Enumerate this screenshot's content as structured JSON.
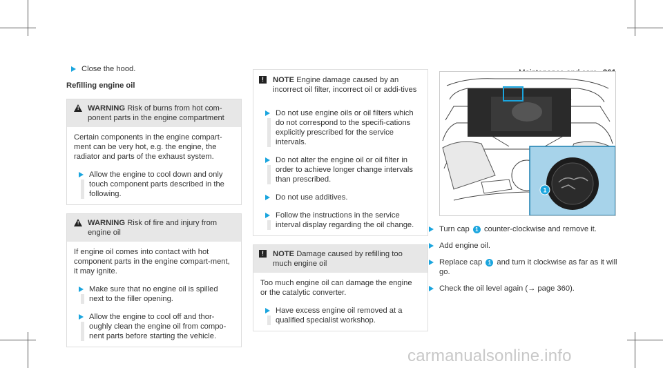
{
  "header": {
    "section_title": "Maintenance and care",
    "page_number": "361"
  },
  "col1": {
    "intro_step": "Close the hood.",
    "subheading": "Refilling engine oil",
    "warning1": {
      "label": "WARNING",
      "title": "Risk of burns from hot com-ponent parts in the engine compartment",
      "body": "Certain components in the engine compart-ment can be very hot, e.g. the engine, the radiator and parts of the exhaust system.",
      "steps": [
        "Allow the engine to cool down and only touch component parts described in the following."
      ]
    },
    "warning2": {
      "label": "WARNING",
      "title": "Risk of fire and injury from engine oil",
      "body": "If engine oil comes into contact with hot component parts in the engine compart-ment, it may ignite.",
      "steps": [
        "Make sure that no engine oil is spilled next to the filler opening.",
        "Allow the engine to cool off and thor-oughly clean the engine oil from compo-nent parts before starting the vehicle."
      ]
    }
  },
  "col2": {
    "note1": {
      "label": "NOTE",
      "title": "Engine damage caused by an incorrect oil filter, incorrect oil or addi-tives",
      "steps": [
        "Do not use engine oils or oil filters which do not correspond to the specifi-cations explicitly prescribed for the service intervals.",
        "Do not alter the engine oil or oil filter in order to achieve longer change intervals than prescribed.",
        "Do not use additives.",
        "Follow the instructions in the service interval display regarding the oil change."
      ]
    },
    "note2": {
      "label": "NOTE",
      "title": "Damage caused by refilling too much engine oil",
      "body": "Too much engine oil can damage the engine or the catalytic converter.",
      "steps": [
        "Have excess engine oil removed at a qualified specialist workshop."
      ]
    }
  },
  "figure": {
    "callout": "1"
  },
  "col3": {
    "step1": {
      "before": "Turn cap",
      "callout": "1",
      "after": "counter-clockwise and remove it."
    },
    "step2": {
      "text": "Add engine oil."
    },
    "step3": {
      "before": "Replace cap",
      "callout": "1",
      "after": "and turn it clockwise as far as it will go."
    },
    "step4": {
      "text": "Check the oil level again (",
      "arrow": "→",
      "ref": "page 360",
      "close": ")."
    }
  },
  "footer": {
    "watermark": "carmanualsonline.info"
  },
  "icons": {
    "warning": "warning-triangle-icon",
    "note": "note-exclamation-icon",
    "step": "step-arrow-icon",
    "callout": "callout-number-icon"
  },
  "colors": {
    "accent": "#1aa5de",
    "box_header": "#e7e7e7",
    "figure_inset": "#a7d3ea"
  }
}
